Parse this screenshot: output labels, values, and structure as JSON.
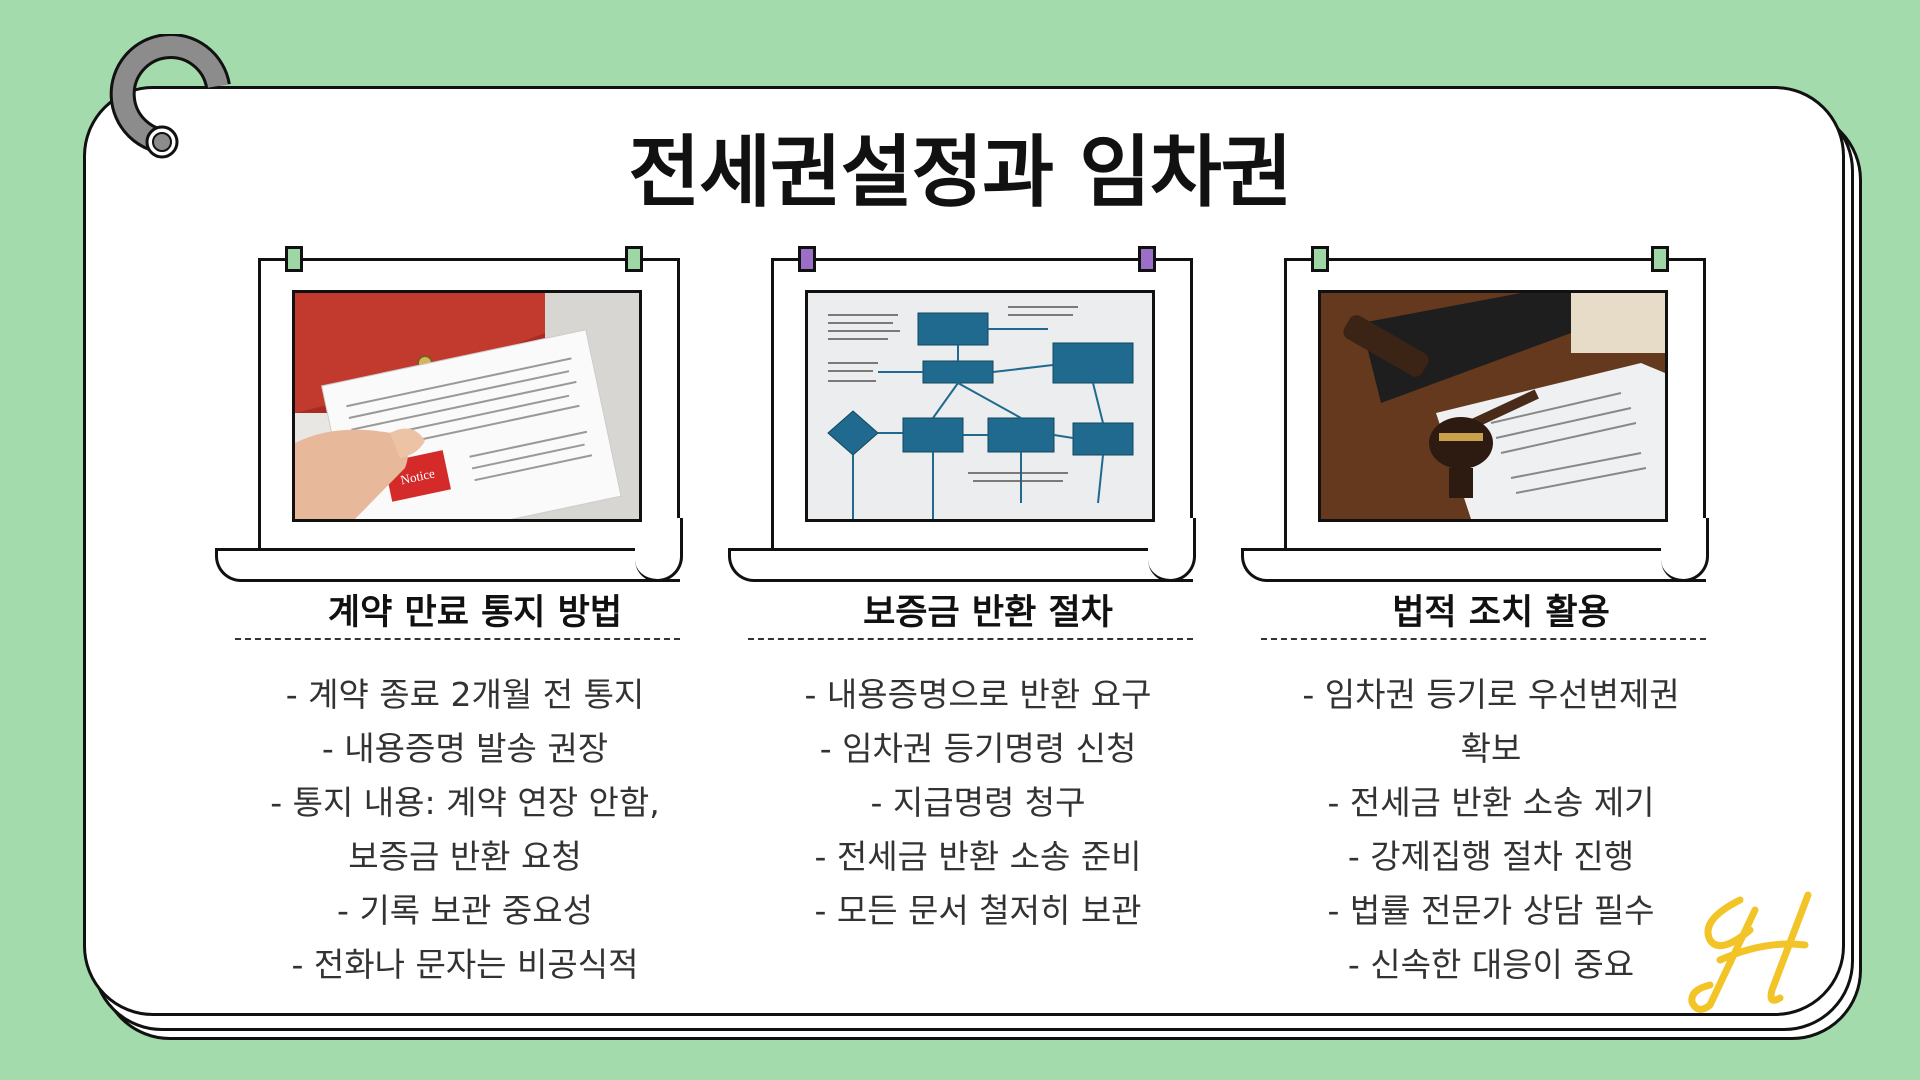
{
  "title": "전세권설정과 임차권",
  "columns": [
    {
      "heading": "계약 만료 통지 방법",
      "stamp_text": "Notice",
      "items": [
        "- 계약 종료 2개월 전 통지",
        "- 내용증명 발송 권장",
        "- 통지 내용: 계약 연장 안함,",
        "보증금 반환 요청",
        "- 기록 보관 중요성",
        "- 전화나 문자는 비공식적"
      ]
    },
    {
      "heading": "보증금 반환 절차",
      "items": [
        "- 내용증명으로 반환 요구",
        "- 임차권 등기명령 신청",
        "- 지급명령 청구",
        "- 전세금 반환 소송 준비",
        "- 모든 문서 철저히 보관"
      ]
    },
    {
      "heading": "법적 조치 활용",
      "items": [
        "- 임차권 등기로 우선변제권",
        "확보",
        "- 전세금 반환 소송 제기",
        "- 강제집행 절차 진행",
        "- 법률 전문가 상담 필수",
        "- 신속한 대응이 중요"
      ]
    }
  ],
  "colors": {
    "background": "#a3dbad",
    "tab_green": "#9fd6a6",
    "tab_purple": "#9b6ec8",
    "signature": "#f2c428"
  }
}
